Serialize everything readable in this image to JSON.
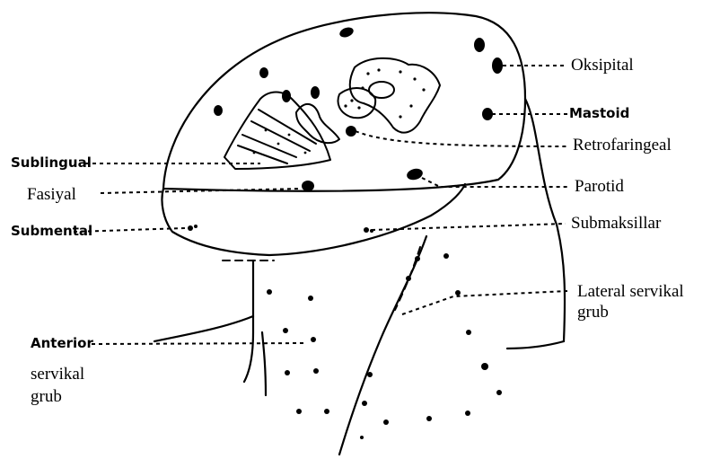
{
  "labels": {
    "oksipital": "Oksipital",
    "mastoid": "Mastoid",
    "retrofaringeal": "Retrofaringeal",
    "sublingual": "Sublingual",
    "fasiyal": "Fasiyal",
    "parotid": "Parotid",
    "submental": "Submental",
    "submaksillar": "Submaksillar",
    "lateral_line1": "Lateral servikal",
    "lateral_line2": "grub",
    "anterior_line1": "Anterior",
    "anterior_line2": "servikal",
    "anterior_line3": "grub"
  },
  "colors": {
    "ink": "#000000",
    "paper": "#ffffff"
  }
}
